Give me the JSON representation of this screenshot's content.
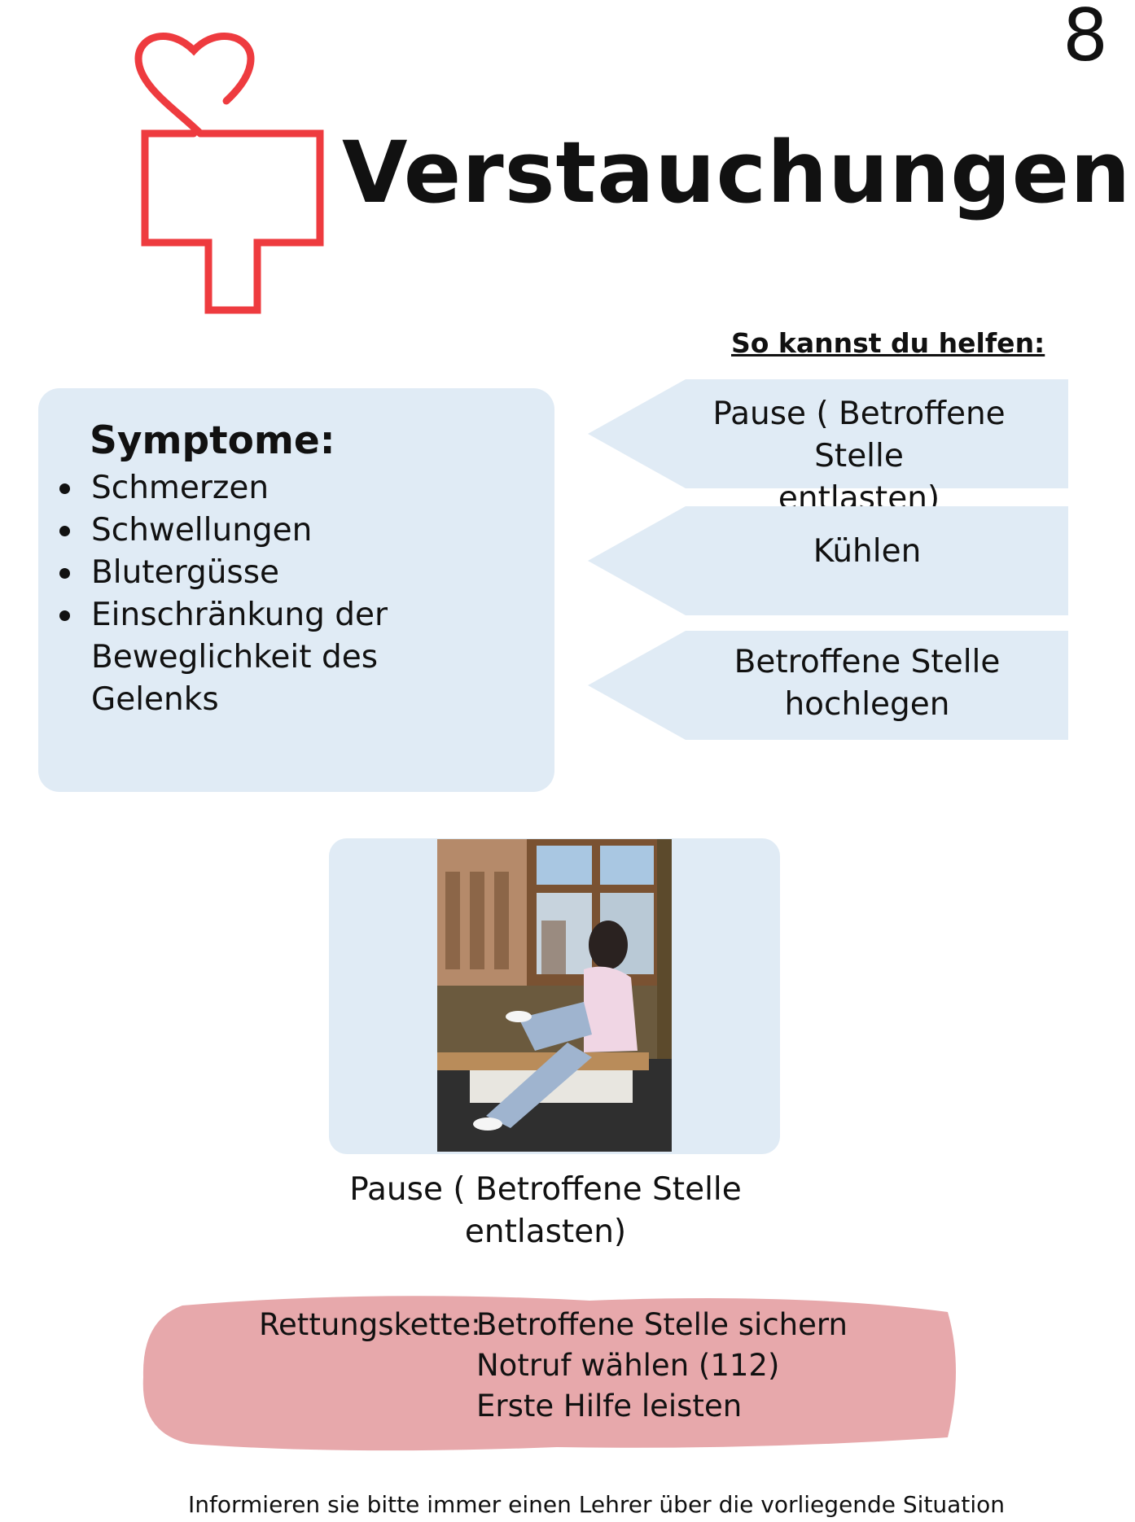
{
  "page_number": "8",
  "logo": {
    "icon": "heart-cross-icon",
    "color": "#ee3b3f"
  },
  "title": "Verstauchungen",
  "help": {
    "heading": "So kannst du helfen:",
    "steps": [
      {
        "line1": "Pause ( Betroffene Stelle",
        "line2": "entlasten)"
      },
      {
        "line1": "Kühlen",
        "line2": ""
      },
      {
        "line1": "Betroffene Stelle",
        "line2": "hochlegen"
      }
    ]
  },
  "symptoms": {
    "heading": "Symptome:",
    "items": [
      "Schmerzen",
      "Schwellungen",
      "Blutergüsse",
      "Einschränkung der Beweglichkeit des Gelenks"
    ]
  },
  "photo": {
    "caption_line1": "Pause ( Betroffene Stelle",
    "caption_line2": "entlasten)"
  },
  "rescue_chain": {
    "label": "Rettungskette:",
    "steps": [
      "Betroffene Stelle sichern",
      "Notruf wählen (112)",
      "Erste Hilfe leisten"
    ]
  },
  "footer": "Informieren sie bitte immer einen Lehrer über die vorliegende Situation",
  "colors": {
    "panel": "#e0ebf5",
    "chain": "#e7a8ab",
    "logo_red": "#ee3b3f"
  }
}
